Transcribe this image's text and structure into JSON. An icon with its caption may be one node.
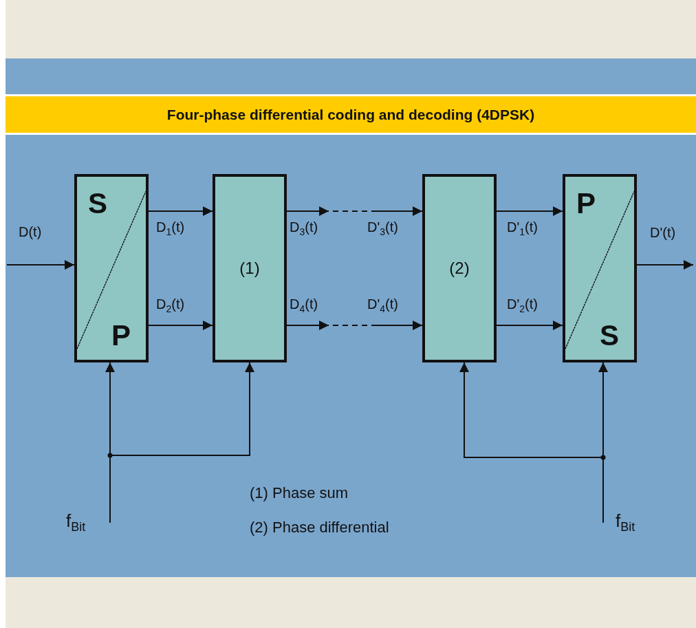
{
  "diagram": {
    "title": "Four-phase differential coding and decoding (4DPSK)",
    "nodes": [
      {
        "text": [
          "S",
          "P"
        ]
      },
      {
        "text": [
          "(1)"
        ]
      },
      {
        "text": [
          "(2)"
        ]
      },
      {
        "text": [
          "P",
          "S"
        ]
      },
      {
        "text": [
          "f$_{Bit}$"
        ]
      },
      {
        "text": [
          "f$_{Bit}$"
        ]
      }
    ],
    "edges": [
      {
        "from": null,
        "to": 0,
        "arrow": "to",
        "label": "D(t)"
      },
      {
        "from": 0,
        "to": 1,
        "arrow": "to",
        "label": "D$_{1}$(t)"
      },
      {
        "from": 0,
        "to": 1,
        "arrow": "to",
        "label": "D$_{2}$(t)"
      },
      {
        "from": 1,
        "to": 2,
        "arrow": "to",
        "label": "D$_{3}$(t)",
        "style": "dashed"
      },
      {
        "from": 1,
        "to": 2,
        "arrow": "to",
        "label": "D$_{4}$(t)",
        "style": "dashed"
      },
      {
        "from": 2,
        "to": 3,
        "arrow": "to",
        "label": "D'$_{1}$(t)"
      },
      {
        "from": 2,
        "to": 3,
        "arrow": "to",
        "label": "D'$_{2}$(t)"
      },
      {
        "from": 3,
        "to": null,
        "arrow": "to",
        "label": "D'(t)"
      },
      {
        "from": 4,
        "to": 0,
        "arrow": "to"
      },
      {
        "from": 4,
        "to": 1,
        "arrow": "to"
      },
      {
        "from": 5,
        "to": 2,
        "arrow": "to"
      },
      {
        "from": 5,
        "to": 3,
        "arrow": "to"
      }
    ],
    "labels": [
      "D'$_{3}$(t)",
      "D'$_{4}$(t)",
      "(1) Phase sum",
      "(2) Phase differential"
    ]
  }
}
